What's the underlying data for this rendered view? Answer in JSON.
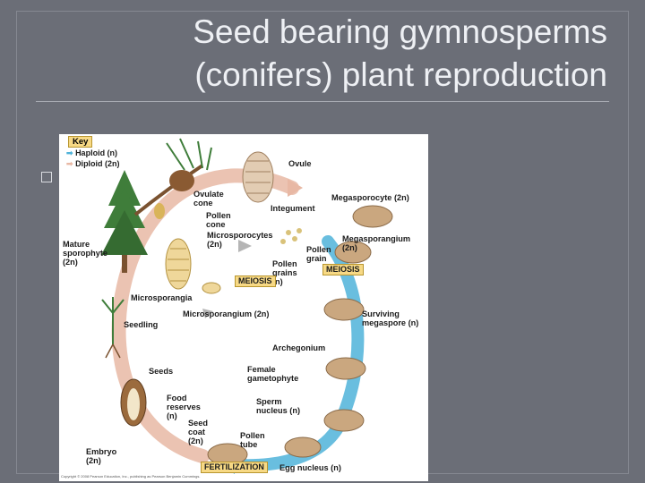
{
  "slide": {
    "title_line1": "Seed bearing gymnosperms",
    "title_line2": "(conifers) plant reproduction",
    "bullet_glyph": " "
  },
  "colors": {
    "background": "#6b6e77",
    "title_text": "#eef0f4",
    "haploid": "#4fb3d9",
    "diploid": "#e8b8a4",
    "tag": "#f7d985"
  },
  "diagram": {
    "key": {
      "title": "Key",
      "haploid": "Haploid (n)",
      "diploid": "Diploid (2n)"
    },
    "labels": {
      "ovule": "Ovule",
      "ovulate_cone": "Ovulate cone",
      "pollen_cone": "Pollen cone",
      "integument": "Integument",
      "megasporocyte": "Megasporocyte (2n)",
      "microsporocytes": "Microsporocytes (2n)",
      "mature_sporophyte": "Mature sporophyte (2n)",
      "megasporangium": "Megasporangium (2n)",
      "pollen_grain": "Pollen grain",
      "pollen_grains": "Pollen grains (n)",
      "meiosis_right": "MEIOSIS",
      "meiosis_center": "MEIOSIS",
      "microsporangia": "Microsporangia",
      "microsporangium": "Microsporangium (2n)",
      "seedling": "Seedling",
      "surviving_megaspore": "Surviving megaspore (n)",
      "archegonium": "Archegonium",
      "seeds": "Seeds",
      "female_gametophyte": "Female gametophyte",
      "food_reserves": "Food reserves (n)",
      "sperm_nucleus": "Sperm nucleus (n)",
      "seed_coat": "Seed coat (2n)",
      "pollen_tube": "Pollen tube",
      "embryo": "Embryo (2n)",
      "fertilization": "FERTILIZATION",
      "egg_nucleus": "Egg nucleus (n)",
      "copyright": "Copyright © 2008 Pearson Education, Inc., publishing as Pearson Benjamin Cummings."
    }
  }
}
